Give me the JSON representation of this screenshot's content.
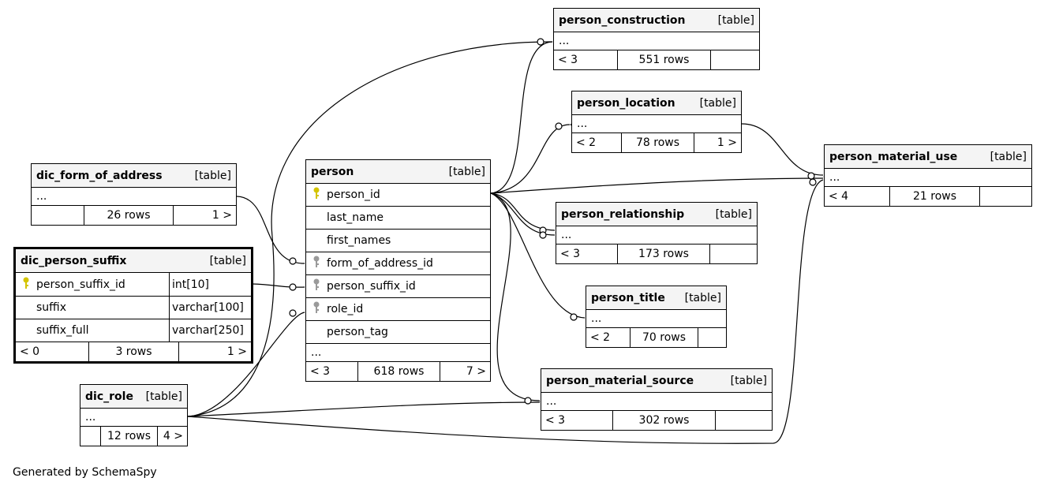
{
  "colors": {
    "pk_key": "#d4c400",
    "fk_key": "#9a9a9a",
    "line": "#000000",
    "header_bg": "#f4f4f4"
  },
  "tables": {
    "person_construction": {
      "name": "person_construction",
      "tag": "[table]",
      "ellipsis": "...",
      "parents": "< 3",
      "rows": "551 rows",
      "children": ""
    },
    "person_location": {
      "name": "person_location",
      "tag": "[table]",
      "ellipsis": "...",
      "parents": "< 2",
      "rows": "78 rows",
      "children": "1 >"
    },
    "person_material_use": {
      "name": "person_material_use",
      "tag": "[table]",
      "ellipsis": "...",
      "parents": "< 4",
      "rows": "21 rows",
      "children": ""
    },
    "dic_form_of_address": {
      "name": "dic_form_of_address",
      "tag": "[table]",
      "ellipsis": "...",
      "parents": "",
      "rows": "26 rows",
      "children": "1 >"
    },
    "person": {
      "name": "person",
      "tag": "[table]",
      "columns": [
        {
          "name": "person_id",
          "key": "key-pk-icon"
        },
        {
          "name": "last_name",
          "key": ""
        },
        {
          "name": "first_names",
          "key": ""
        },
        {
          "name": "form_of_address_id",
          "key": "key-fk-icon"
        },
        {
          "name": "person_suffix_id",
          "key": "key-fk-icon"
        },
        {
          "name": "role_id",
          "key": "key-fk-icon"
        },
        {
          "name": "person_tag",
          "key": ""
        }
      ],
      "ellipsis": "...",
      "parents": "< 3",
      "rows": "618 rows",
      "children": "7 >"
    },
    "person_relationship": {
      "name": "person_relationship",
      "tag": "[table]",
      "ellipsis": "...",
      "parents": "< 3",
      "rows": "173 rows",
      "children": ""
    },
    "dic_person_suffix": {
      "name": "dic_person_suffix",
      "tag": "[table]",
      "columns": [
        {
          "name": "person_suffix_id",
          "type": "int[10]",
          "key": "key-pk-icon"
        },
        {
          "name": "suffix",
          "type": "varchar[100]",
          "key": ""
        },
        {
          "name": "suffix_full",
          "type": "varchar[250]",
          "key": ""
        }
      ],
      "parents": "< 0",
      "rows": "3 rows",
      "children": "1 >"
    },
    "person_title": {
      "name": "person_title",
      "tag": "[table]",
      "ellipsis": "...",
      "parents": "< 2",
      "rows": "70 rows",
      "children": ""
    },
    "person_material_source": {
      "name": "person_material_source",
      "tag": "[table]",
      "ellipsis": "...",
      "parents": "< 3",
      "rows": "302 rows",
      "children": ""
    },
    "dic_role": {
      "name": "dic_role",
      "tag": "[table]",
      "ellipsis": "...",
      "parents": "",
      "rows": "12 rows",
      "children": "4 >"
    }
  },
  "footer_text": "Generated by SchemaSpy"
}
